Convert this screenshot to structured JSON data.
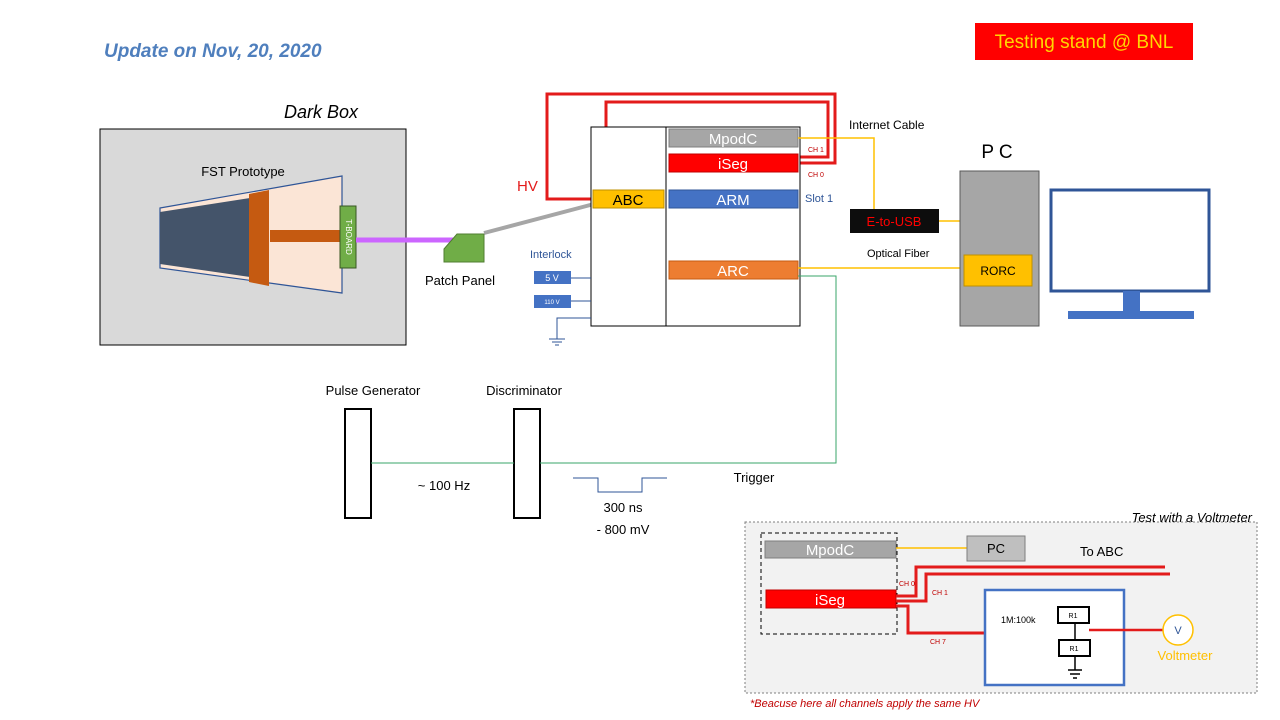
{
  "update_text": "Update on Nov, 20, 2020",
  "banner": "Testing stand @ BNL",
  "dark_box": {
    "title": "Dark Box",
    "prototype_label": "FST Prototype",
    "tboard_label": "T-BOARD"
  },
  "patch_panel": "Patch Panel",
  "hv_label": "HV",
  "crate": {
    "mpodc": "MpodC",
    "iseg": "iSeg",
    "abc": "ABC",
    "arm": "ARM",
    "arc": "ARC",
    "ch1": "CH 1",
    "ch0": "CH 0",
    "slot1": "Slot 1"
  },
  "interlock": {
    "label": "Interlock",
    "v5": "5 V",
    "v110": "110 V"
  },
  "internet_cable": "Internet Cable",
  "e_to_usb": "E-to-USB",
  "optical_fiber": "Optical Fiber",
  "pc": {
    "title": "P C",
    "rorc": "RORC"
  },
  "pulse_generator": "Pulse Generator",
  "discriminator": "Discriminator",
  "freq": "~ 100 Hz",
  "pulse_width": "300 ns",
  "pulse_amp": "- 800 mV",
  "trigger": "Trigger",
  "voltmeter_test": {
    "title": "Test with a Voltmeter",
    "mpodc": "MpodC",
    "pc": "PC",
    "to_abc": "To ABC",
    "iseg": "iSeg",
    "ch0": "CH 0",
    "ch1": "CH 1",
    "ch7": "CH 7",
    "divider": "1M:100k",
    "r1_top": "R1",
    "r1_bottom": "R1",
    "v_symbol": "V",
    "voltmeter": "Voltmeter"
  },
  "footnote": "*Beacuse here all channels apply the same HV",
  "colors": {
    "hv_red": "#e31b1b",
    "yellow": "#ffc000",
    "orange": "#ed7d31",
    "blue": "#4472c4",
    "gray": "#a6a6a6",
    "green": "#70ad47",
    "purple": "#cc66ff",
    "signal_green": "#3aa66a"
  }
}
